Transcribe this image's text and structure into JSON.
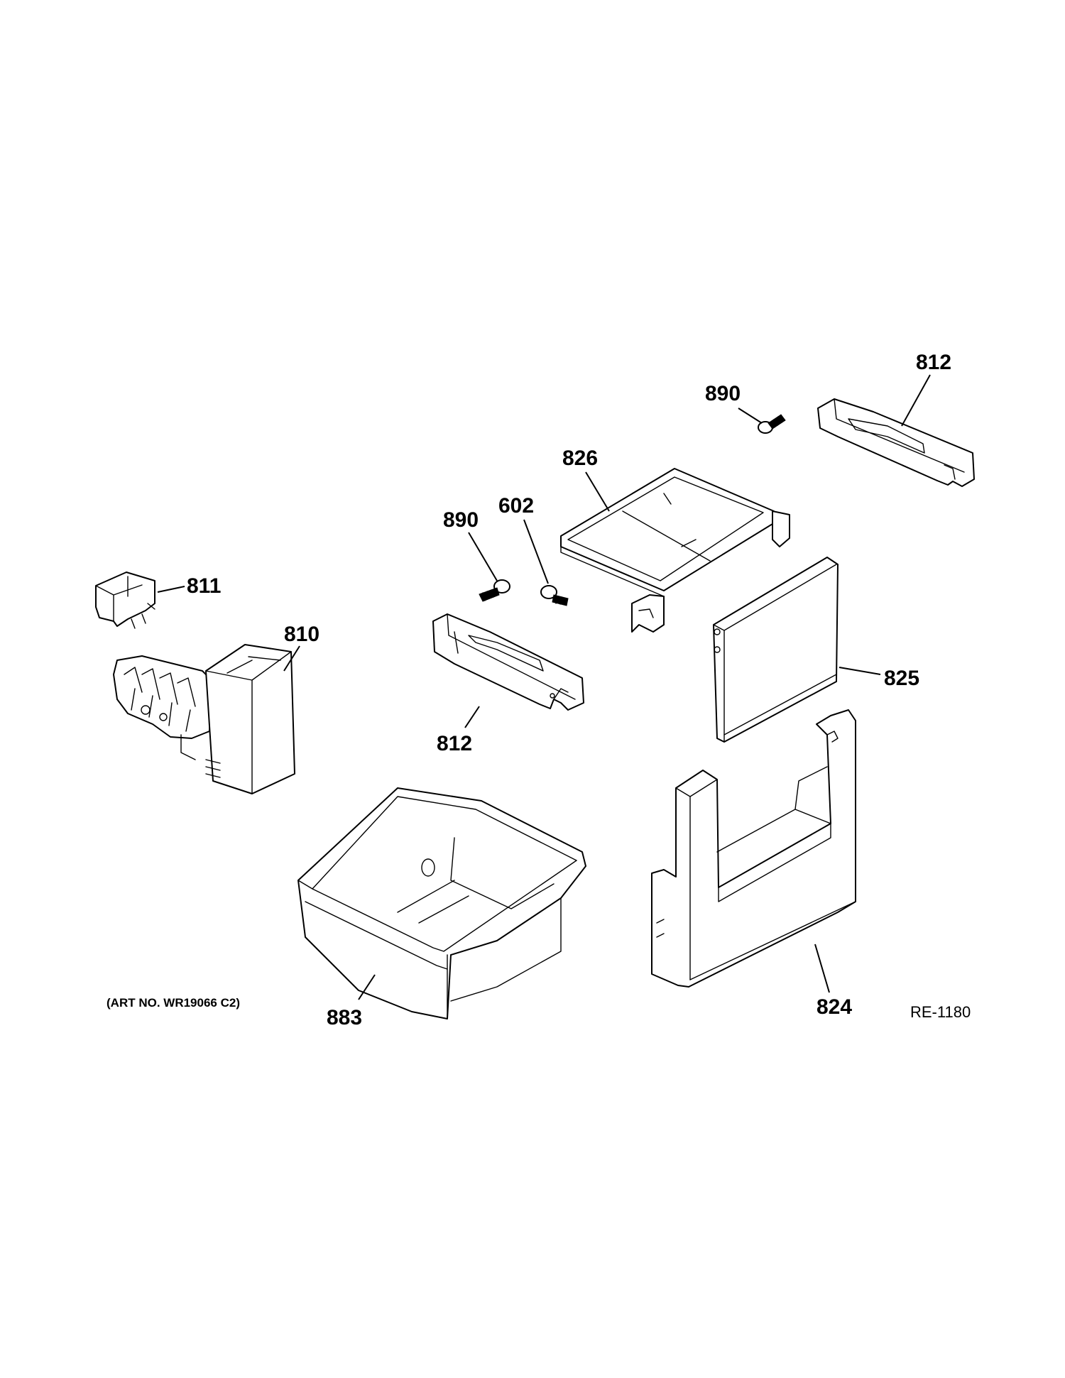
{
  "labels": {
    "p890_top": "890",
    "p812_top": "812",
    "p826": "826",
    "p890_mid": "890",
    "p602": "602",
    "p811": "811",
    "p810": "810",
    "p812_mid": "812",
    "p825": "825",
    "p883": "883",
    "p824": "824"
  },
  "art_note": "(ART NO. WR19066 C2)",
  "ref_code": "RE-1180"
}
